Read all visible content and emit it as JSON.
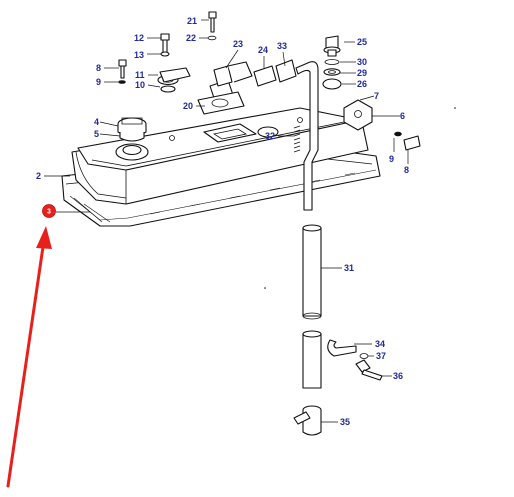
{
  "diagram": {
    "callouts": [
      "21",
      "12",
      "22",
      "13",
      "23",
      "24",
      "33",
      "25",
      "8",
      "9",
      "11",
      "10",
      "30",
      "29",
      "26",
      "7",
      "20",
      "6",
      "4",
      "5",
      "32",
      "9",
      "8",
      "2",
      "31",
      "34",
      "37",
      "36",
      "35"
    ],
    "highlight_marker": {
      "label": "3",
      "color": "#e8201c"
    },
    "arrow_color": "#e8201c",
    "callout_color": "#1f2a9e"
  }
}
